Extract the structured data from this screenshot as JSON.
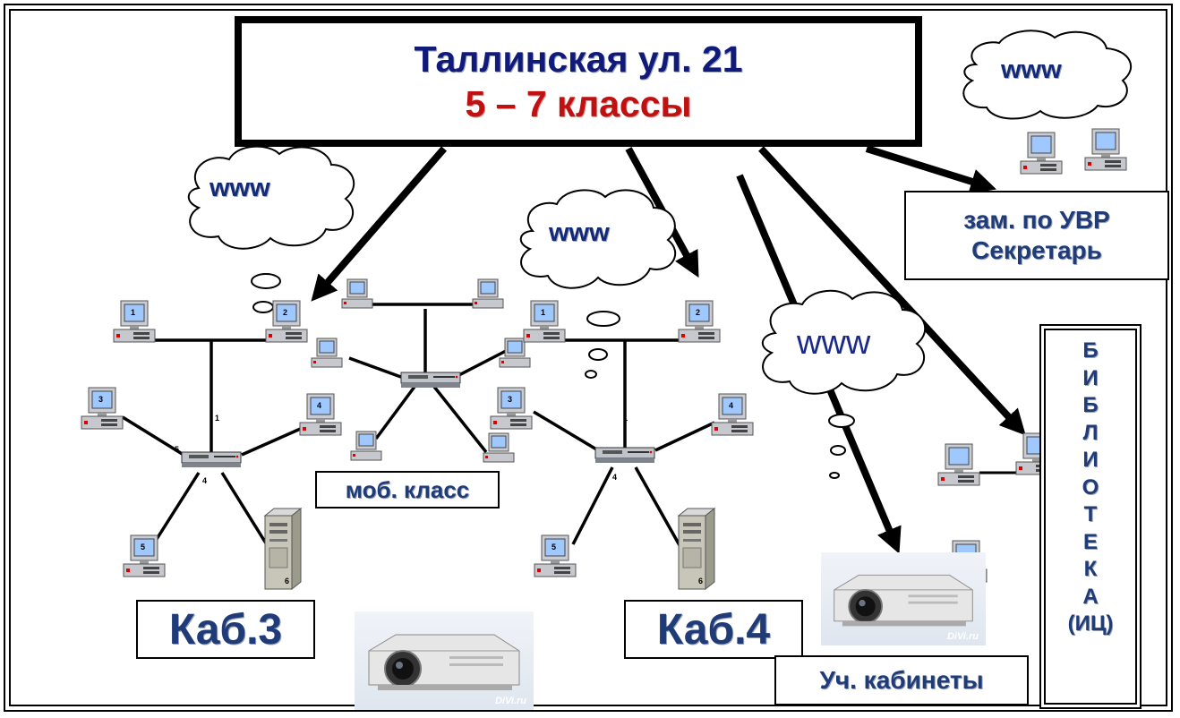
{
  "title": {
    "line1": "Таллинская  ул. 21",
    "line2": "5 – 7 классы"
  },
  "rooms": {
    "kab3": "Каб.3",
    "kab4": "Каб.4",
    "mobile_class": "моб. класс",
    "admin_line1": "зам. по УВР",
    "admin_line2": "Секретарь",
    "classrooms": "Уч. кабинеты"
  },
  "library": {
    "letters": [
      "Б",
      "И",
      "Б",
      "Л",
      "И",
      "О",
      "Т",
      "Е",
      "К",
      "А",
      "(ИЦ)"
    ]
  },
  "clouds": {
    "label": "www"
  },
  "node_labels": {
    "n1": "1",
    "n2": "2",
    "n3": "3",
    "n4": "4",
    "n5": "5",
    "n6": "6"
  },
  "watermark": "DiVi.ru",
  "colors": {
    "title_blue": "#101a7a",
    "title_red": "#c01010",
    "label_blue": "#1f3b78"
  }
}
